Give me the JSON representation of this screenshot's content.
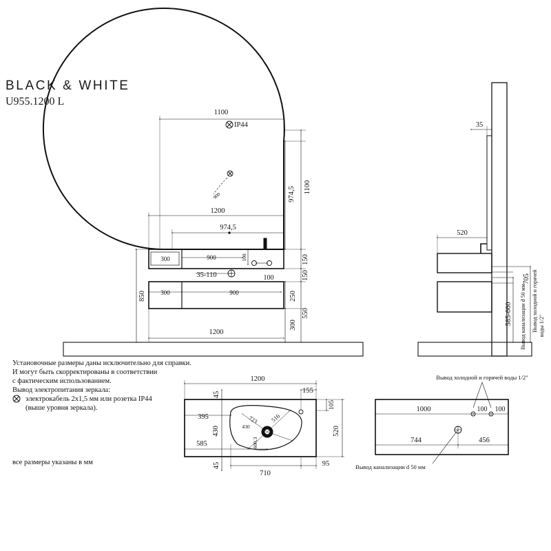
{
  "header": {
    "brand": "BLACK & WHITE",
    "model": "U955.1200 L"
  },
  "notes": {
    "line1": "Установочные размеры даны исключительно для справки.",
    "line2": "И могут быть скорректированы в соответствии",
    "line3": "с фактическим использованием.",
    "line4": "Вывод электропитания зеркала:",
    "line5": "электрокабель 2х1,5 мм или розетка IP44",
    "line6": "(выше уровня зеркала).",
    "units": "все размеры указаны в мм"
  },
  "front_view": {
    "dim_mirror_width": "1100",
    "socket_label": "IP44",
    "dim_mirror_height": "974,5",
    "dim_total_height": "1100",
    "dim_radius": "900",
    "dim_top_width": "1200",
    "dim_inner_width": "974,5",
    "dim_drawer_small_top": "300",
    "dim_drawer_large_top": "900",
    "dim_100_vertical": "100",
    "dim_100_horizontal": "100",
    "dim_150_a": "150",
    "dim_150_b": "150",
    "dim_drain_offset": "35-110",
    "dim_drawer_small_bottom": "300",
    "dim_drawer_large_bottom": "900",
    "dim_250": "250",
    "dim_550": "550",
    "dim_300": "300",
    "dim_850": "850",
    "dim_bottom_width": "1200"
  },
  "side_view": {
    "dim_35": "35",
    "dim_520": "520",
    "dim_585_660": "585-660",
    "dim_705": "705",
    "label_drain": "Вывод канализации d 50 мм",
    "label_water_1": "Вывод холодной и горячей",
    "label_water_2": "воды 1/2\""
  },
  "top_view": {
    "dim_1200": "1200",
    "dim_155": "155",
    "dim_45_top": "45",
    "dim_105": "105",
    "dim_395": "395",
    "dim_723": "723",
    "dim_516": "516",
    "dim_430_inner": "430",
    "dim_430": "430",
    "dim_520": "520",
    "dim_585": "585",
    "dim_600": "600,3",
    "dim_45_bottom": "45",
    "dim_710": "710",
    "dim_95": "95"
  },
  "plumbing_view": {
    "label_water": "Вывод холодной и горячей воды 1/2\"",
    "dim_1000": "1000",
    "dim_100_a": "100",
    "dim_100_b": "100",
    "dim_744": "744",
    "dim_456": "456",
    "label_drain": "Вывод канализации d 50 мм"
  }
}
